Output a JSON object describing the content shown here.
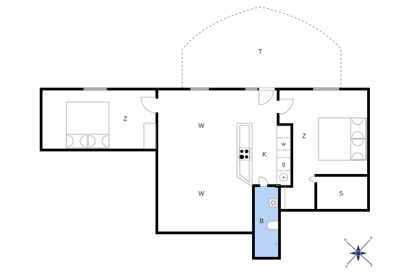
{
  "plan": {
    "background": "#ffffff",
    "wall_color": "#000000",
    "window_color": "#b0b0b0",
    "bathroom_fill": "#b7d3f7",
    "furniture_stroke": "#9a9a9a",
    "terrace_stroke": "#888888"
  },
  "rooms": [
    {
      "id": "terrace",
      "label": "T"
    },
    {
      "id": "bedroom-west",
      "label": "Z"
    },
    {
      "id": "living-north",
      "label": "W"
    },
    {
      "id": "living-south",
      "label": "W"
    },
    {
      "id": "kitchen",
      "label": "K"
    },
    {
      "id": "bedroom-east",
      "label": "Z"
    },
    {
      "id": "storage",
      "label": "S"
    },
    {
      "id": "bathroom",
      "label": "B"
    }
  ],
  "appliances": [
    {
      "id": "washer",
      "label": "w"
    },
    {
      "id": "dryer",
      "label": "g"
    }
  ],
  "compass": {
    "labels": [
      "N",
      "E",
      "V",
      "S"
    ]
  }
}
